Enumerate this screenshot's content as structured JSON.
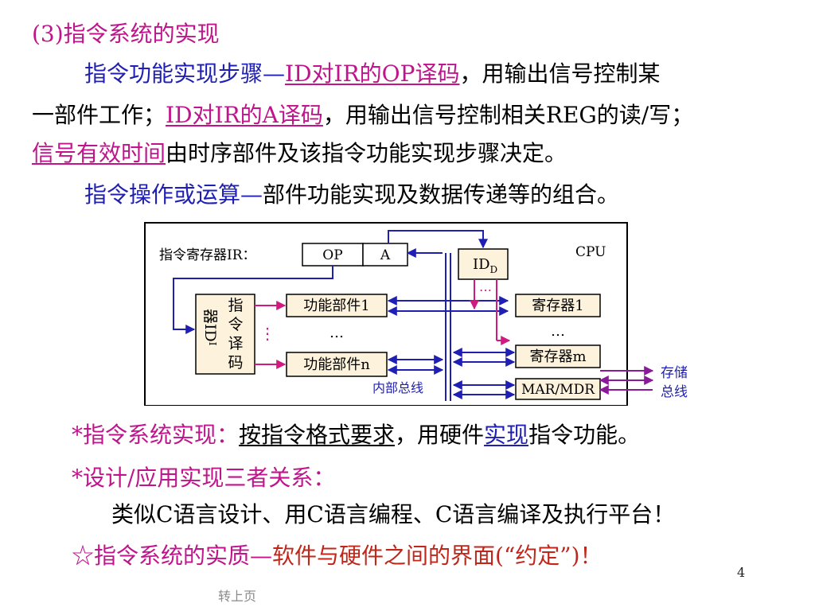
{
  "section_title": "(3)指令系统的实现",
  "para1": {
    "lead": "指令功能实现步骤—",
    "link1": "ID对IR的OP译码",
    "rest1": "，用输出信号控制某",
    "line2_a": "一部件工作；",
    "link2": "ID对IR的A译码",
    "rest2": "，用输出信号控制相关REG的读/写；",
    "line3_link": "信号有效时间",
    "line3_rest": "由时序部件及该指令功能实现步骤决定。"
  },
  "para2": {
    "lead": "指令操作或运算—",
    "rest": "部件功能实现及数据传递等的组合。"
  },
  "diagram": {
    "cpu_label": "CPU",
    "ir_label": "指令寄存器IR：",
    "op_field": "OP",
    "a_field": "A",
    "idd_main": "ID",
    "idd_sub": "D",
    "idi_chars": [
      "指",
      "令",
      "译",
      "码"
    ],
    "idi_left": "器ID",
    "idi_sub": "I",
    "func1": "功能部件1",
    "funcn": "功能部件n",
    "reg1": "寄存器1",
    "regm": "寄存器m",
    "mar": "MAR/MDR",
    "ellipsis": "…",
    "vdots": "⋮",
    "bus_label": "内部总线",
    "mem_bus_1": "存储",
    "mem_bus_2": "总线"
  },
  "bullet1": {
    "lead": "*指令系统实现：",
    "underlined": "按指令格式要求",
    "mid": "，用硬件",
    "link": "实现",
    "rest": "指令功能。"
  },
  "bullet2": "*设计/应用实现三者关系：",
  "bullet2_line": "类似C语言设计、用C语言编程、C语言编译及执行平台！",
  "star_line": {
    "lead": "☆指令系统的实质—",
    "rest": "软件与硬件之间的界面(“约定”)！"
  },
  "page_number": "4",
  "prev_link": "转上页",
  "colors": {
    "magenta": "#c0148c",
    "blue": "#1f1fb4",
    "red": "#c0261a"
  }
}
